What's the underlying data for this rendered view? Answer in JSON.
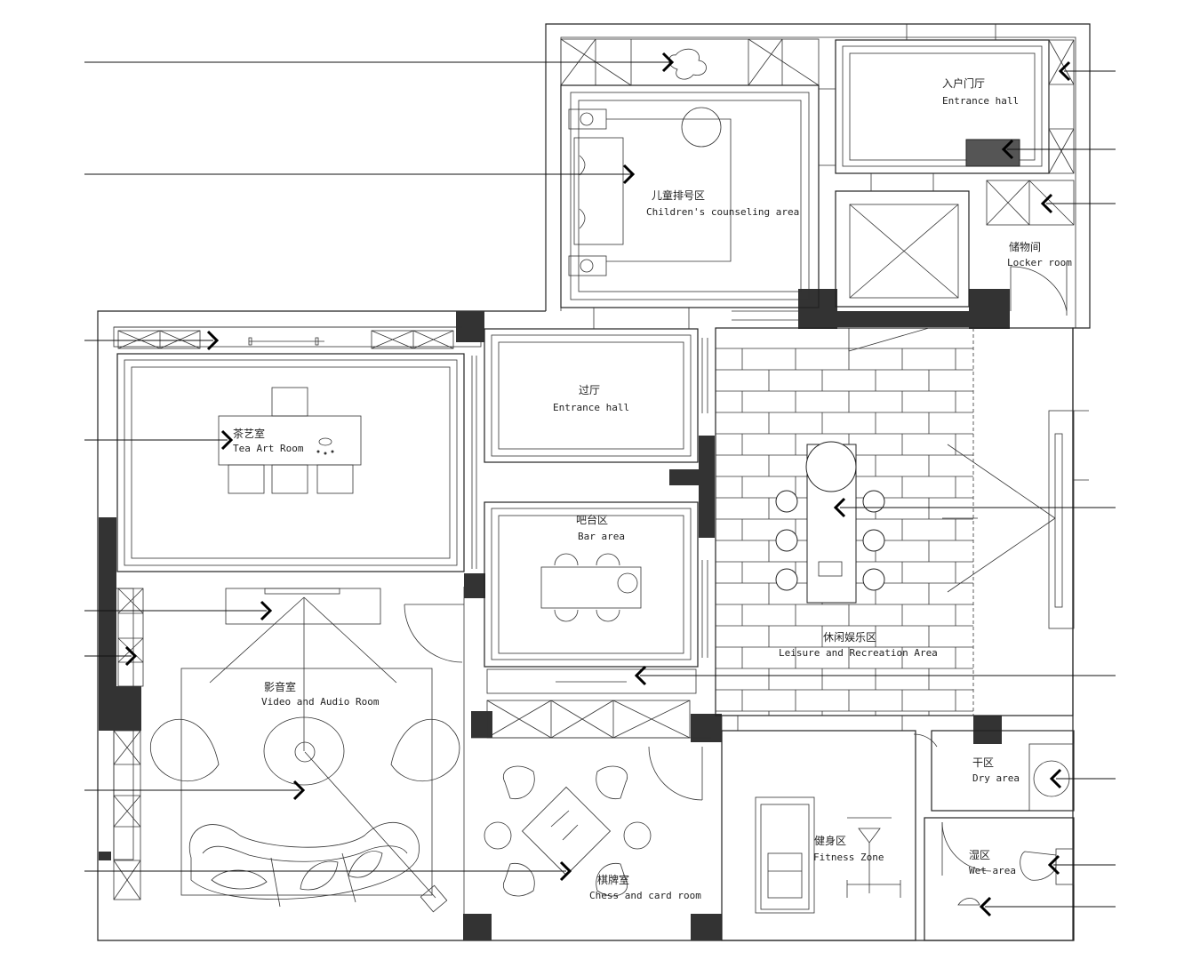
{
  "rooms": {
    "childrens_counseling": {
      "cn": "儿童排号区",
      "en": "Children's counseling area"
    },
    "entrance_hall_top": {
      "cn": "入户门厅",
      "en": "Entrance hall"
    },
    "locker_room": {
      "cn": "储物间",
      "en": "Locker room"
    },
    "tea_art": {
      "cn": "茶艺室",
      "en": "Tea Art Room"
    },
    "entrance_hall_mid": {
      "cn": "过厅",
      "en": "Entrance hall"
    },
    "bar_area": {
      "cn": "吧台区",
      "en": "Bar area"
    },
    "leisure": {
      "cn": "休闲娱乐区",
      "en": "Leisure and Recreation Area"
    },
    "video_audio": {
      "cn": "影音室",
      "en": "Video and Audio Room"
    },
    "chess_card": {
      "cn": "棋牌室",
      "en": "Chess and card room"
    },
    "fitness": {
      "cn": "健身区",
      "en": "Fitness Zone"
    },
    "dry_area": {
      "cn": "干区",
      "en": "Dry area"
    },
    "wet_area": {
      "cn": "湿区",
      "en": "Wet area"
    }
  },
  "icons": {
    "callout_arrow": "chevron-icon",
    "door_swing": "door-swing-icon",
    "elevator": "elevator-x-icon",
    "toilet": "toilet-icon",
    "treadmill": "treadmill-icon"
  },
  "colors": {
    "line": "#222222",
    "wall_fill": "#333333",
    "background": "#ffffff"
  }
}
